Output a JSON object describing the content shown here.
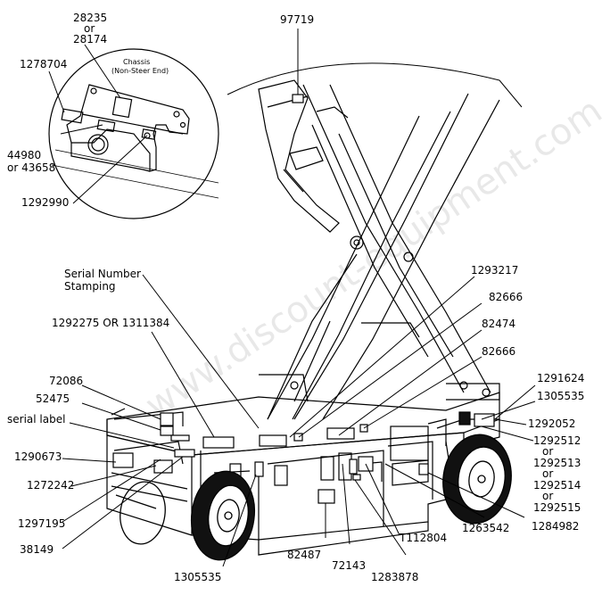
{
  "watermark": "www.discount-equipment.com",
  "inset": {
    "caption_line1": "Chassis",
    "caption_line2": "(Non-Steer End)",
    "labels": {
      "l28235": "28235",
      "lor1": "or",
      "l28174": "28174",
      "l1278704": "1278704",
      "l44980": "44980",
      "lor2": "or 43658",
      "l1292990": "1292990"
    }
  },
  "labels": {
    "l97719": "97719",
    "serial_number_1": "Serial Number",
    "serial_number_2": "Stamping",
    "l1293217": "1293217",
    "l1292275": "1292275 OR 1311384",
    "l82666a": "82666",
    "l82474": "82474",
    "l82666b": "82666",
    "l72086": "72086",
    "l52475": "52475",
    "serial_label": "serial label",
    "l1291624": "1291624",
    "l1305535a": "1305535",
    "l1292052": "1292052",
    "l1290673": "1290673",
    "l1272242": "1272242",
    "l1292512": "1292512",
    "lor3": "or",
    "l1292513": "1292513",
    "lor4": "or",
    "l1292514": "1292514",
    "lor5": "or",
    "l1292515": "1292515",
    "l1297195": "1297195",
    "l38149": "38149",
    "l1263542": "1263542",
    "l1284982": "1284982",
    "lT112804": "T112804",
    "l82487": "82487",
    "l72143": "72143",
    "l1283878": "1283878",
    "l1305535b": "1305535"
  }
}
